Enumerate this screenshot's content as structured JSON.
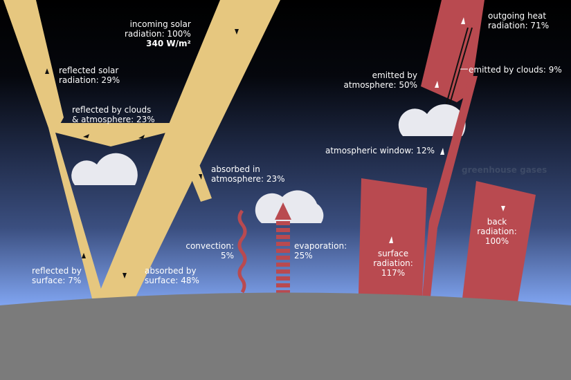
{
  "colors": {
    "solar": "#e6c77f",
    "heat": "#b94a50",
    "cloud": "#e8e9ef",
    "ground": "#7b7b7b",
    "sky_top": "#000000",
    "sky_bottom": "#7fa3ee"
  },
  "labels": {
    "incoming": [
      "incoming solar",
      "radiation: 100%"
    ],
    "incoming_flux": "340 W/m²",
    "reflected_solar": [
      "reflected solar",
      "radiation: 29%"
    ],
    "reflected_clouds": [
      "reflected by clouds",
      "& atmosphere: 23%"
    ],
    "absorbed_atm": [
      "absorbed in",
      "atmosphere: 23%"
    ],
    "reflected_surface": [
      "reflected by",
      "surface: 7%"
    ],
    "absorbed_surface": [
      "absorbed by",
      "surface: 48%"
    ],
    "convection": [
      "convection:",
      "5%"
    ],
    "evaporation": [
      "evaporation:",
      "25%"
    ],
    "surface_radiation": [
      "surface",
      "radiation:",
      "117%"
    ],
    "back_radiation": [
      "back",
      "radiation:",
      "100%"
    ],
    "outgoing": [
      "outgoing heat",
      "radiation: 71%"
    ],
    "emitted_atm": [
      "emitted by",
      "atmosphere: 50%"
    ],
    "emitted_clouds": "emitted by clouds: 9%",
    "window": "atmospheric window: 12%",
    "greenhouse": "greenhouse gases"
  }
}
